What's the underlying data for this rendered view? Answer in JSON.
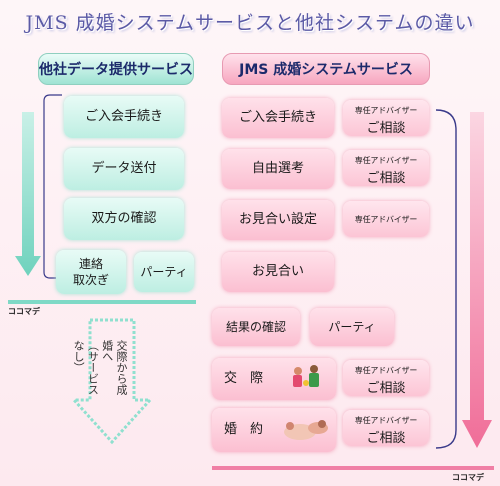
{
  "title": "JMS 成婚システムサービスと他社システムの違い",
  "left": {
    "header": "他社データ提供サービス",
    "steps": [
      "ご入会手続き",
      "データ送付",
      "双方の確認"
    ],
    "bottom_items": [
      "連絡\n取次ぎ",
      "パーティ"
    ],
    "end_label": "ココマデ",
    "note": "交際から成婚へ\n（サービスなし）"
  },
  "right": {
    "header": "JMS 成婚システムサービス",
    "steps": [
      "ご入会手続き",
      "自由選考",
      "お見合い設定",
      "お見合い"
    ],
    "split_items": [
      "結果の確認",
      "パーティ"
    ],
    "late_steps": [
      "交　際",
      "婚　約"
    ],
    "advisor_small": "専任アドバイザー",
    "advisor_big": "ご相談",
    "end_label": "ココマデ"
  },
  "colors": {
    "teal_arrow": "#7fd9c6",
    "pink_arrow": "#f07fa5",
    "title": "#5b5aa6",
    "flow_line": "#3a3a8a"
  }
}
